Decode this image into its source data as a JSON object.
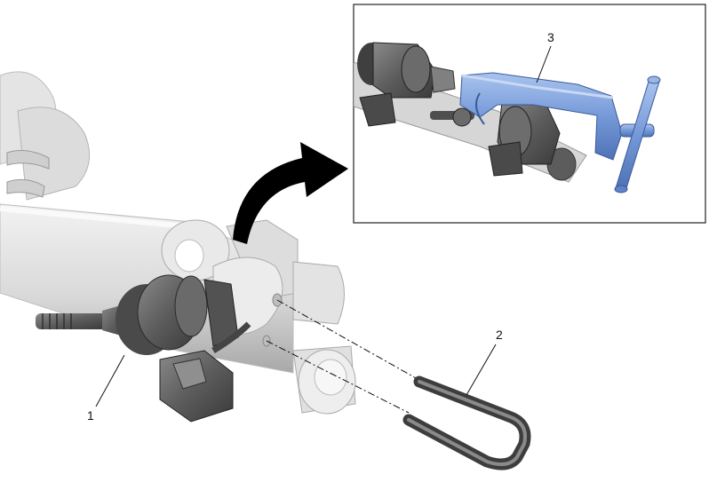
{
  "callouts": {
    "part_1": "1",
    "part_2": "2",
    "part_3": "3"
  },
  "colors": {
    "tool_blue": "#6e95d6",
    "metal_light": "#e6e6e6",
    "metal_mid": "#b9b9b9",
    "metal_dark": "#5a5a5a",
    "arrow": "#000000"
  },
  "icons": {
    "transition": "curved-arrow-icon"
  }
}
